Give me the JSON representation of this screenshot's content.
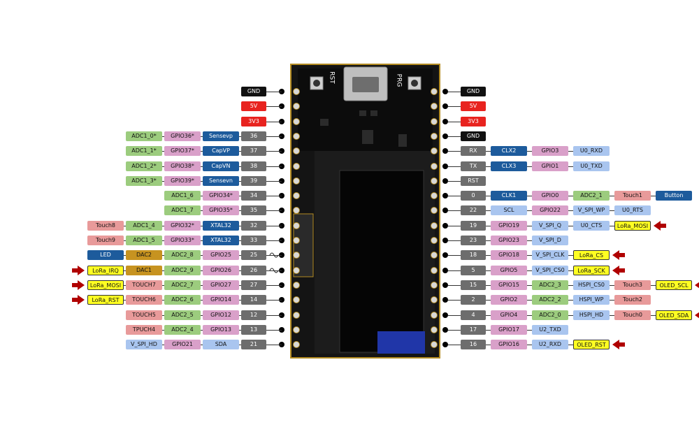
{
  "colors": {
    "black": "#111111",
    "red": "#e8231f",
    "grey": "#6d6d6d",
    "adc": "#9ccc7e",
    "gpio": "#d9a0c9",
    "blue": "#1d5b9c",
    "touch": "#e89a9a",
    "yellow": "#ffff22",
    "dac": "#c79320",
    "lightblue": "#a9c5ef",
    "board": "#121212"
  },
  "board": {
    "rst_label": "RST",
    "prg_label": "PRG"
  },
  "left_rows": [
    {
      "pin": "GND",
      "pin_color": "black",
      "labels": []
    },
    {
      "pin": "5V",
      "pin_color": "red",
      "labels": []
    },
    {
      "pin": "3V3",
      "pin_color": "red",
      "labels": []
    },
    {
      "pin": "36",
      "pin_color": "grey",
      "labels": [
        {
          "t": "ADC1_0*",
          "c": "adc"
        },
        {
          "t": "GPIO36*",
          "c": "gpio"
        },
        {
          "t": "Sensevp",
          "c": "blue"
        }
      ]
    },
    {
      "pin": "37",
      "pin_color": "grey",
      "labels": [
        {
          "t": "ADC1_1*",
          "c": "adc"
        },
        {
          "t": "GPIO37*",
          "c": "gpio"
        },
        {
          "t": "CapVP",
          "c": "blue"
        }
      ]
    },
    {
      "pin": "38",
      "pin_color": "grey",
      "labels": [
        {
          "t": "ADC1_2*",
          "c": "adc"
        },
        {
          "t": "GPIO38*",
          "c": "gpio"
        },
        {
          "t": "CapVN",
          "c": "blue"
        }
      ]
    },
    {
      "pin": "39",
      "pin_color": "grey",
      "labels": [
        {
          "t": "ADC1_3*",
          "c": "adc"
        },
        {
          "t": "GPIO39*",
          "c": "gpio"
        },
        {
          "t": "Sensevn",
          "c": "blue"
        }
      ]
    },
    {
      "pin": "34",
      "pin_color": "grey",
      "labels": [
        {
          "t": "ADC1_6",
          "c": "adc"
        },
        {
          "t": "GPIO34*",
          "c": "gpio"
        }
      ]
    },
    {
      "pin": "35",
      "pin_color": "grey",
      "labels": [
        {
          "t": "ADC1_7",
          "c": "adc"
        },
        {
          "t": "GPIO35*",
          "c": "gpio"
        }
      ]
    },
    {
      "pin": "32",
      "pin_color": "grey",
      "labels": [
        {
          "t": "Touch8",
          "c": "touch"
        },
        {
          "t": "ADC1_4",
          "c": "adc"
        },
        {
          "t": "GPIO32*",
          "c": "gpio"
        },
        {
          "t": "XTAL32",
          "c": "blue"
        }
      ]
    },
    {
      "pin": "33",
      "pin_color": "grey",
      "labels": [
        {
          "t": "Touch9",
          "c": "touch"
        },
        {
          "t": "ADC1_5",
          "c": "adc"
        },
        {
          "t": "GPIO33*",
          "c": "gpio"
        },
        {
          "t": "XTAL32",
          "c": "blue"
        }
      ]
    },
    {
      "pin": "25",
      "pin_color": "grey",
      "wave": true,
      "labels": [
        {
          "t": "LED",
          "c": "blue"
        },
        {
          "t": "DAC2",
          "c": "dac"
        },
        {
          "t": "ADC2_8",
          "c": "adc"
        },
        {
          "t": "GPIO25",
          "c": "gpio"
        }
      ]
    },
    {
      "pin": "26",
      "pin_color": "grey",
      "wave": true,
      "arrow": true,
      "labels": [
        {
          "t": "LoRa_IRQ",
          "c": "yellow"
        },
        {
          "t": "DAC1",
          "c": "dac"
        },
        {
          "t": "ADC2_9",
          "c": "adc"
        },
        {
          "t": "GPIO26",
          "c": "gpio"
        }
      ]
    },
    {
      "pin": "27",
      "pin_color": "grey",
      "arrow": true,
      "labels": [
        {
          "t": "LoRa_MOSI",
          "c": "yellow"
        },
        {
          "t": "TOUCH7",
          "c": "touch"
        },
        {
          "t": "ADC2_7",
          "c": "adc"
        },
        {
          "t": "GPIO27",
          "c": "gpio"
        }
      ]
    },
    {
      "pin": "14",
      "pin_color": "grey",
      "arrow": true,
      "labels": [
        {
          "t": "LoRa_RST",
          "c": "yellow"
        },
        {
          "t": "TOUCH6",
          "c": "touch"
        },
        {
          "t": "ADC2_6",
          "c": "adc"
        },
        {
          "t": "GPIO14",
          "c": "gpio"
        }
      ]
    },
    {
      "pin": "12",
      "pin_color": "grey",
      "labels": [
        {
          "t": "TOUCH5",
          "c": "touch"
        },
        {
          "t": "ADC2_5",
          "c": "adc"
        },
        {
          "t": "GPIO12",
          "c": "gpio"
        }
      ]
    },
    {
      "pin": "13",
      "pin_color": "grey",
      "labels": [
        {
          "t": "TPUCH4",
          "c": "touch"
        },
        {
          "t": "ADC2_4",
          "c": "adc"
        },
        {
          "t": "GPIO13",
          "c": "gpio"
        }
      ]
    },
    {
      "pin": "21",
      "pin_color": "grey",
      "labels": [
        {
          "t": "V_SPI_HD",
          "c": "lightblue"
        },
        {
          "t": "GPIO21",
          "c": "gpio"
        },
        {
          "t": "SDA",
          "c": "lightblue"
        }
      ]
    }
  ],
  "right_rows": [
    {
      "pin": "GND",
      "pin_color": "black",
      "labels": []
    },
    {
      "pin": "5V",
      "pin_color": "red",
      "labels": []
    },
    {
      "pin": "3V3",
      "pin_color": "red",
      "labels": []
    },
    {
      "pin": "GND",
      "pin_color": "black",
      "labels": []
    },
    {
      "pin": "RX",
      "pin_color": "grey",
      "labels": [
        {
          "t": "CLX2",
          "c": "blue"
        },
        {
          "t": "GPIO3",
          "c": "gpio"
        },
        {
          "t": "U0_RXD",
          "c": "lightblue"
        }
      ]
    },
    {
      "pin": "TX",
      "pin_color": "grey",
      "labels": [
        {
          "t": "CLX3",
          "c": "blue"
        },
        {
          "t": "GPIO1",
          "c": "gpio"
        },
        {
          "t": "U0_TXD",
          "c": "lightblue"
        }
      ]
    },
    {
      "pin": "RST",
      "pin_color": "grey",
      "labels": []
    },
    {
      "pin": "0",
      "pin_color": "grey",
      "labels": [
        {
          "t": "CLK1",
          "c": "blue"
        },
        {
          "t": "GPIO0",
          "c": "gpio"
        },
        {
          "t": "ADC2_1",
          "c": "adc"
        },
        {
          "t": "Touch1",
          "c": "touch"
        },
        {
          "t": "Button",
          "c": "blue"
        }
      ]
    },
    {
      "pin": "22",
      "pin_color": "grey",
      "labels": [
        {
          "t": "SCL",
          "c": "lightblue"
        },
        {
          "t": "GPIO22",
          "c": "gpio"
        },
        {
          "t": "V_SPI_WP",
          "c": "lightblue"
        },
        {
          "t": "U0_RTS",
          "c": "lightblue"
        }
      ]
    },
    {
      "pin": "19",
      "pin_color": "grey",
      "arrow": true,
      "labels": [
        {
          "t": "GPIO19",
          "c": "gpio"
        },
        {
          "t": "V_SPI_Q",
          "c": "lightblue"
        },
        {
          "t": "U0_CTS",
          "c": "lightblue"
        },
        {
          "t": "LoRa_MOSI",
          "c": "yellow"
        }
      ]
    },
    {
      "pin": "23",
      "pin_color": "grey",
      "labels": [
        {
          "t": "GPIO23",
          "c": "gpio"
        },
        {
          "t": "V_SPI_D",
          "c": "lightblue"
        }
      ]
    },
    {
      "pin": "18",
      "pin_color": "grey",
      "arrow": true,
      "labels": [
        {
          "t": "GPIO18",
          "c": "gpio"
        },
        {
          "t": "V_SPI_CLK",
          "c": "lightblue"
        },
        {
          "t": "LoRa_CS",
          "c": "yellow"
        }
      ]
    },
    {
      "pin": "5",
      "pin_color": "grey",
      "arrow": true,
      "labels": [
        {
          "t": "GPIO5",
          "c": "gpio"
        },
        {
          "t": "V_SPI_CS0",
          "c": "lightblue"
        },
        {
          "t": "LoRa_SCK",
          "c": "yellow"
        }
      ]
    },
    {
      "pin": "15",
      "pin_color": "grey",
      "arrow": true,
      "labels": [
        {
          "t": "GPIO15",
          "c": "gpio"
        },
        {
          "t": "ADC2_3",
          "c": "adc"
        },
        {
          "t": "HSPI_CS0",
          "c": "lightblue"
        },
        {
          "t": "Touch3",
          "c": "touch"
        },
        {
          "t": "OLED_SCL",
          "c": "yellow"
        }
      ]
    },
    {
      "pin": "2",
      "pin_color": "grey",
      "labels": [
        {
          "t": "GPIO2",
          "c": "gpio"
        },
        {
          "t": "ADC2_2",
          "c": "adc"
        },
        {
          "t": "HSPI_WP",
          "c": "lightblue"
        },
        {
          "t": "Touch2",
          "c": "touch"
        }
      ]
    },
    {
      "pin": "4",
      "pin_color": "grey",
      "arrow": true,
      "labels": [
        {
          "t": "GPIO4",
          "c": "gpio"
        },
        {
          "t": "ADC2_0",
          "c": "adc"
        },
        {
          "t": "HSPI_HD",
          "c": "lightblue"
        },
        {
          "t": "Touch0",
          "c": "touch"
        },
        {
          "t": "OLED_SDA",
          "c": "yellow"
        }
      ]
    },
    {
      "pin": "17",
      "pin_color": "grey",
      "labels": [
        {
          "t": "GPIO17",
          "c": "gpio"
        },
        {
          "t": "U2_TXD",
          "c": "lightblue"
        }
      ]
    },
    {
      "pin": "16",
      "pin_color": "grey",
      "arrow": true,
      "labels": [
        {
          "t": "GPIO16",
          "c": "gpio"
        },
        {
          "t": "U2_RXD",
          "c": "lightblue"
        },
        {
          "t": "OLED_RST",
          "c": "yellow"
        }
      ]
    }
  ]
}
